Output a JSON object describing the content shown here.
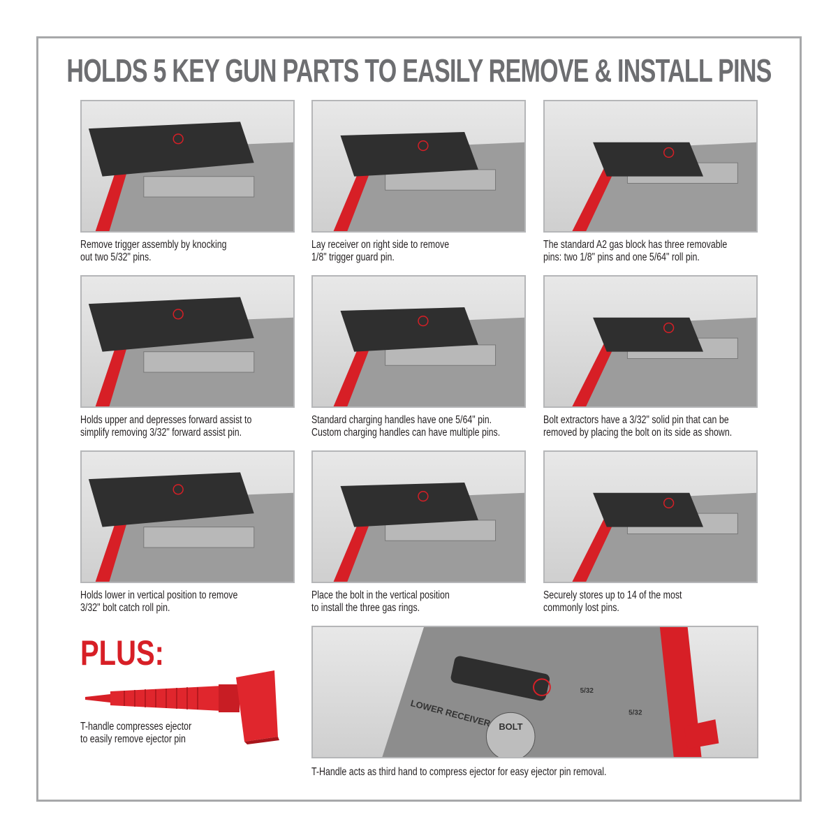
{
  "title": "HOLDS 5 KEY GUN PARTS TO EASILY REMOVE & INSTALL PINS",
  "panels": [
    {
      "caption_1": "Remove trigger assembly by knocking",
      "caption_2": "out two 5/32\" pins."
    },
    {
      "caption_1": "Lay receiver on right side to remove",
      "caption_2": "1/8\" trigger guard pin."
    },
    {
      "caption_1": "The standard A2 gas block has three removable",
      "caption_2": "pins: two 1/8\" pins and one 5/64\" roll pin."
    },
    {
      "caption_1": "Holds upper and depresses forward assist to",
      "caption_2": "simplify removing 3/32\" forward assist pin."
    },
    {
      "caption_1": "Standard charging handles have one 5/64\" pin.",
      "caption_2": "Custom charging handles can have multiple pins."
    },
    {
      "caption_1": "Bolt extractors have a 3/32\" solid pin that can be",
      "caption_2": "removed by placing the bolt on its side as shown."
    },
    {
      "caption_1": "Holds lower in vertical position to remove",
      "caption_2": "3/32\" bolt catch roll pin."
    },
    {
      "caption_1": "Place the bolt in the vertical position",
      "caption_2": "to install the three gas rings."
    },
    {
      "caption_1": "Securely stores up to 14 of the most",
      "caption_2": "commonly lost pins."
    }
  ],
  "plus": {
    "heading": "PLUS:",
    "caption_1": "T-handle compresses ejector",
    "caption_2": "to easily remove ejector pin"
  },
  "bottom_panel": {
    "caption": "T-Handle acts as third hand to compress ejector for easy ejector pin removal.",
    "labels": {
      "lower_receiver": "LOWER RECEIVER",
      "bolt": "BOLT",
      "size_a": "5/32",
      "size_b": "5/32"
    }
  },
  "colors": {
    "accent": "#d71f26",
    "title": "#6d6e71",
    "tray": "#9c9c9c"
  }
}
